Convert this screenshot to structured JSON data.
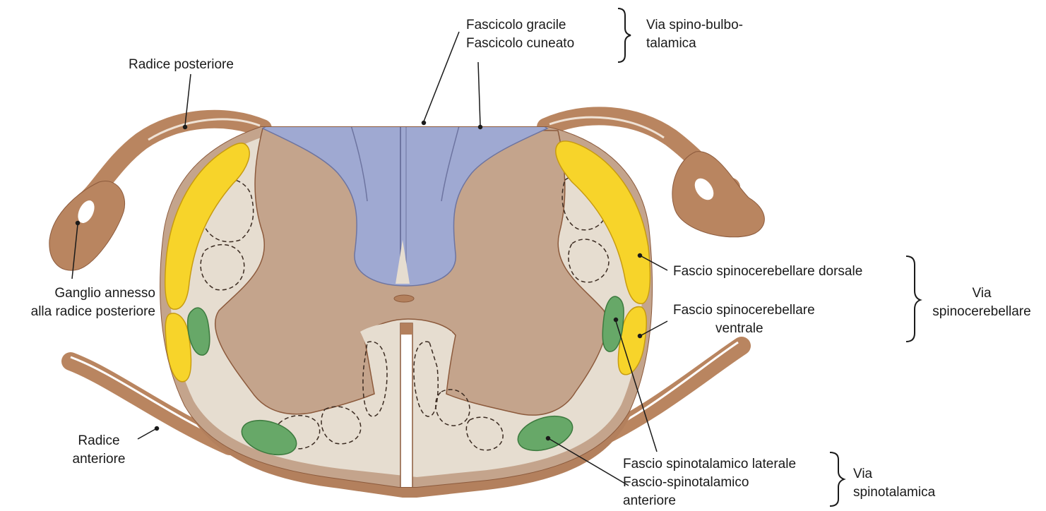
{
  "labels": {
    "fascicolo_gracile": "Fascicolo gracile",
    "fascicolo_cuneato": "Fascicolo cuneato",
    "via_spino_bulbo_1": "Via spino-bulbo-",
    "via_spino_bulbo_2": "talamica",
    "radice_posteriore": "Radice posteriore",
    "ganglio_1": "Ganglio annesso",
    "ganglio_2": "alla radice posteriore",
    "radice_anteriore_1": "Radice",
    "radice_anteriore_2": "anteriore",
    "spinocer_dorsale": "Fascio spinocerebellare dorsale",
    "spinocer_ventrale_1": "Fascio spinocerebellare",
    "spinocer_ventrale_2": "ventrale",
    "via_spinocer_1": "Via",
    "via_spinocer_2": "spinocerebellare",
    "spinotal_laterale": "Fascio spinotalamico laterale",
    "spinotal_anteriore_1": "Fascio-spinotalamico",
    "spinotal_anteriore_2": "anteriore",
    "via_spinotal_1": "Via",
    "via_spinotal_2": "spinotalamica"
  },
  "colors": {
    "gray_matter": "#c4a48c",
    "white_matter": "#e6ddd0",
    "outer_rim": "#b3805d",
    "dorsal_columns": "#9fa9d2",
    "spinocerebellar": "#f7d42a",
    "spinothalamic": "#67a868",
    "root": "#b98560"
  }
}
